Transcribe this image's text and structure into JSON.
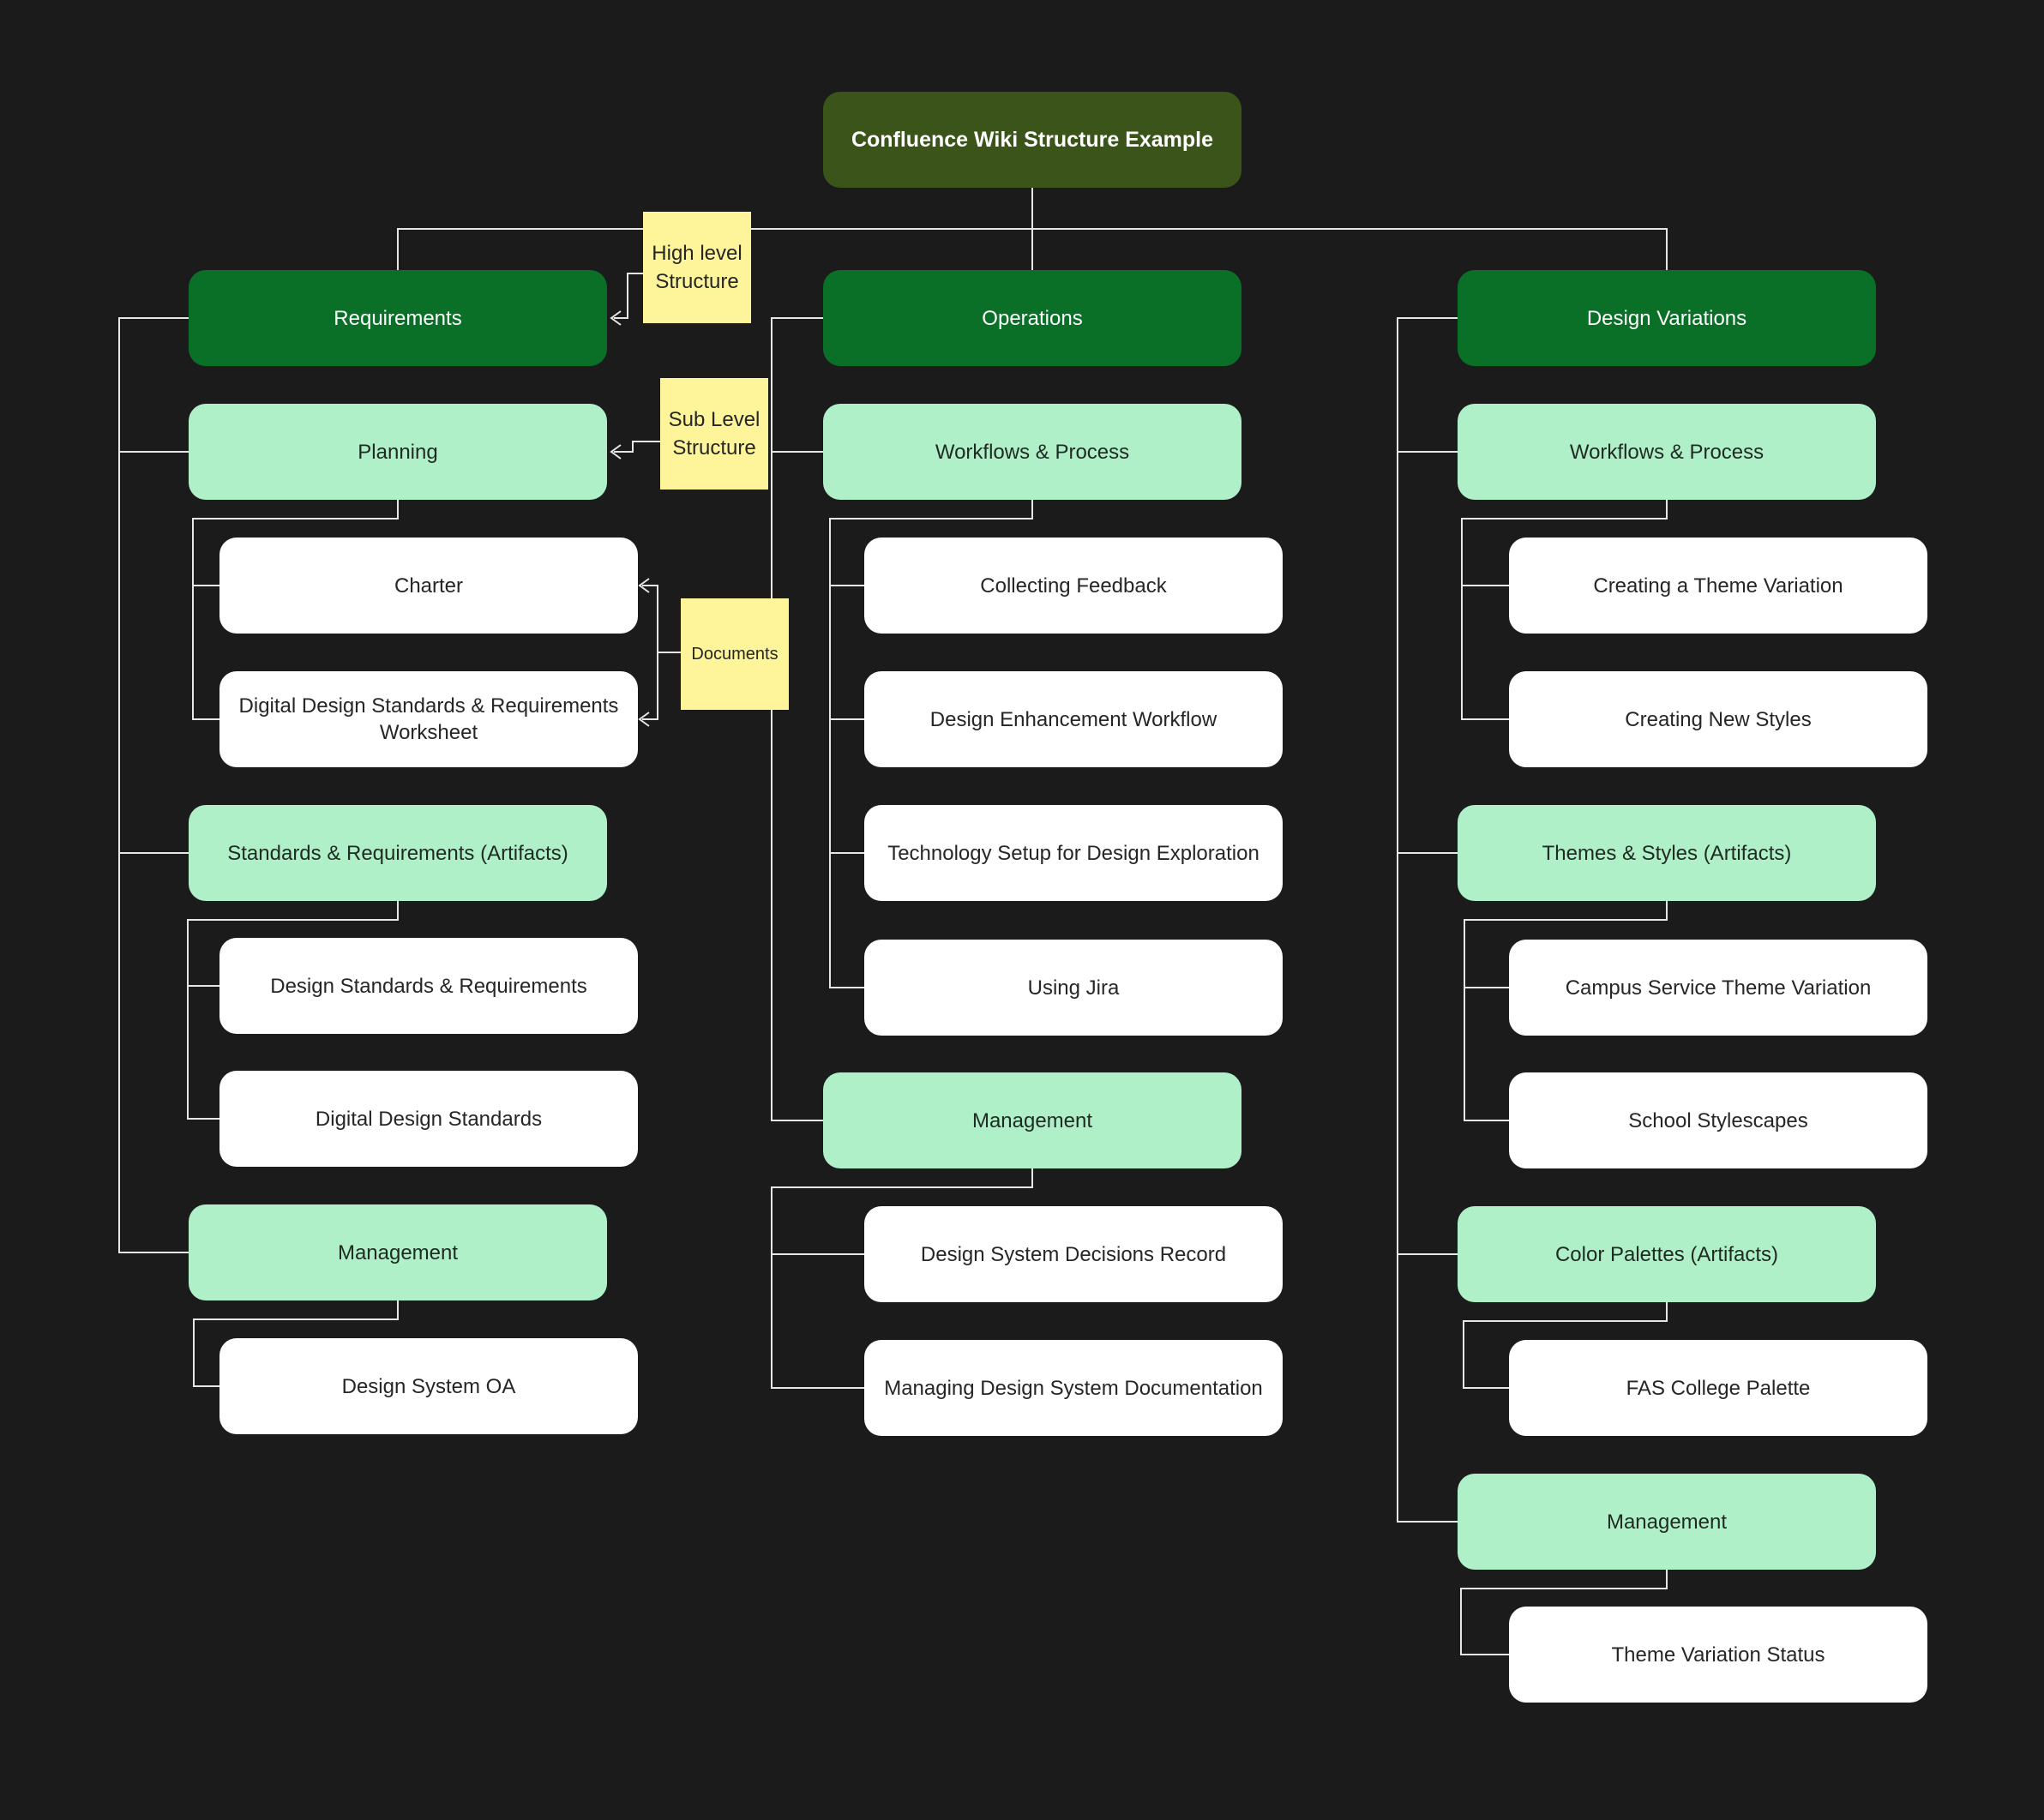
{
  "root": {
    "title": "Confluence Wiki Structure Example"
  },
  "branches": [
    {
      "title": "Requirements",
      "sections": [
        {
          "title": "Planning",
          "pages": [
            "Charter",
            "Digital Design Standards & Requirements Worksheet"
          ]
        },
        {
          "title": "Standards & Requirements (Artifacts)",
          "pages": [
            "Design Standards & Requirements",
            "Digital Design Standards"
          ]
        },
        {
          "title": "Management",
          "pages": [
            "Design System OA"
          ]
        }
      ]
    },
    {
      "title": "Operations",
      "sections": [
        {
          "title": "Workflows & Process",
          "pages": [
            "Collecting Feedback",
            "Design Enhancement Workflow",
            "Technology Setup for Design Exploration",
            "Using Jira"
          ]
        },
        {
          "title": "Management",
          "pages": [
            "Design System Decisions Record",
            "Managing Design System Documentation"
          ]
        }
      ]
    },
    {
      "title": "Design Variations",
      "sections": [
        {
          "title": "Workflows & Process",
          "pages": [
            "Creating a Theme Variation",
            "Creating New Styles"
          ]
        },
        {
          "title": "Themes & Styles (Artifacts)",
          "pages": [
            "Campus Service Theme Variation",
            "School Stylescapes"
          ]
        },
        {
          "title": "Color Palettes (Artifacts)",
          "pages": [
            "FAS College Palette"
          ]
        },
        {
          "title": "Management",
          "pages": [
            "Theme Variation Status"
          ]
        }
      ]
    }
  ],
  "annotations": {
    "high_level": "High level Structure",
    "sub_level": "Sub Level Structure",
    "documents": "Documents"
  },
  "colors": {
    "background": "#1b1b1b",
    "root": "#3a5419",
    "level1": "#0a7028",
    "level2": "#aff0c8",
    "document": "#ffffff",
    "sticky": "#fef59a",
    "connector": "#e6e6e6"
  }
}
